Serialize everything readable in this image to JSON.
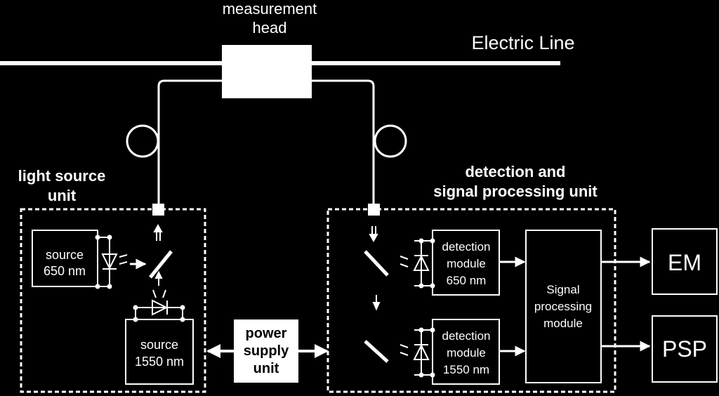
{
  "colors": {
    "background": "#000000",
    "foreground": "#ffffff"
  },
  "labels": {
    "measurement_head_line1": "measurement",
    "measurement_head_line2": "head",
    "electric_line": "Electric Line",
    "light_source_unit_line1": "light source",
    "light_source_unit_line2": "unit",
    "detection_unit_line1": "detection and",
    "detection_unit_line2": "signal processing unit",
    "source_650_line1": "source",
    "source_650_line2": "650 nm",
    "source_1550_line1": "source",
    "source_1550_line2": "1550 nm",
    "power_supply_line1": "power",
    "power_supply_line2": "supply",
    "power_supply_line3": "unit",
    "det_650_line1": "detection",
    "det_650_line2": "module",
    "det_650_line3": "650 nm",
    "det_1550_line1": "detection",
    "det_1550_line2": "module",
    "det_1550_line3": "1550 nm",
    "signal_processing_line1": "Signal",
    "signal_processing_line2": "processing",
    "signal_processing_line3": "module",
    "em": "EM",
    "psp": "PSP"
  },
  "icons": [
    "fiber-coil-icon",
    "led-icon",
    "photodiode-icon",
    "mirror-icon",
    "arrow-icon"
  ]
}
